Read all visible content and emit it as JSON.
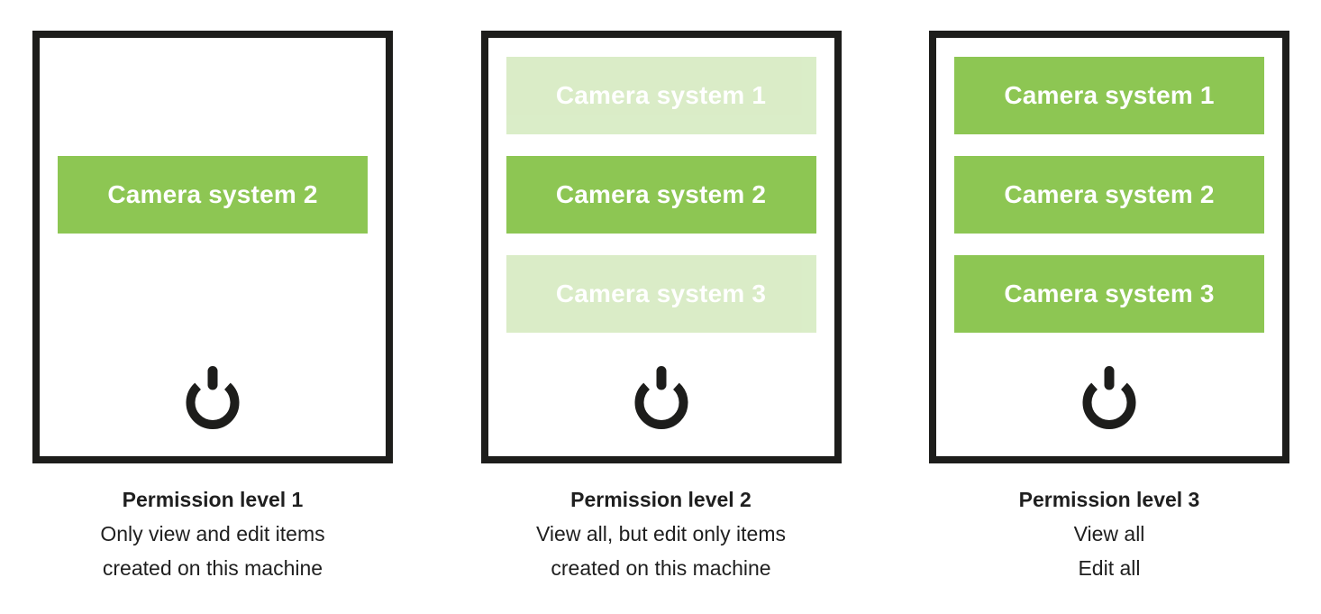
{
  "colors": {
    "accent_green": "#8dc653",
    "muted_green": "#daecc9",
    "frame_dark": "#1d1d1b"
  },
  "icons": {
    "power": "power-icon"
  },
  "panels": [
    {
      "id": "permission-level-1",
      "buttons": [
        {
          "label": "Camera system 2",
          "muted": false,
          "slot": 2
        }
      ],
      "caption": {
        "title": "Permission level 1",
        "lines": [
          "Only view and edit items",
          "created on this machine"
        ]
      }
    },
    {
      "id": "permission-level-2",
      "buttons": [
        {
          "label": "Camera system 1",
          "muted": true,
          "slot": 1
        },
        {
          "label": "Camera system 2",
          "muted": false,
          "slot": 2
        },
        {
          "label": "Camera system 3",
          "muted": true,
          "slot": 3
        }
      ],
      "caption": {
        "title": "Permission level 2",
        "lines": [
          "View all, but edit only items",
          "created on this machine"
        ]
      }
    },
    {
      "id": "permission-level-3",
      "buttons": [
        {
          "label": "Camera system 1",
          "muted": false,
          "slot": 1
        },
        {
          "label": "Camera system 2",
          "muted": false,
          "slot": 2
        },
        {
          "label": "Camera system 3",
          "muted": false,
          "slot": 3
        }
      ],
      "caption": {
        "title": "Permission level 3",
        "lines": [
          "View all",
          "Edit all"
        ]
      }
    }
  ]
}
